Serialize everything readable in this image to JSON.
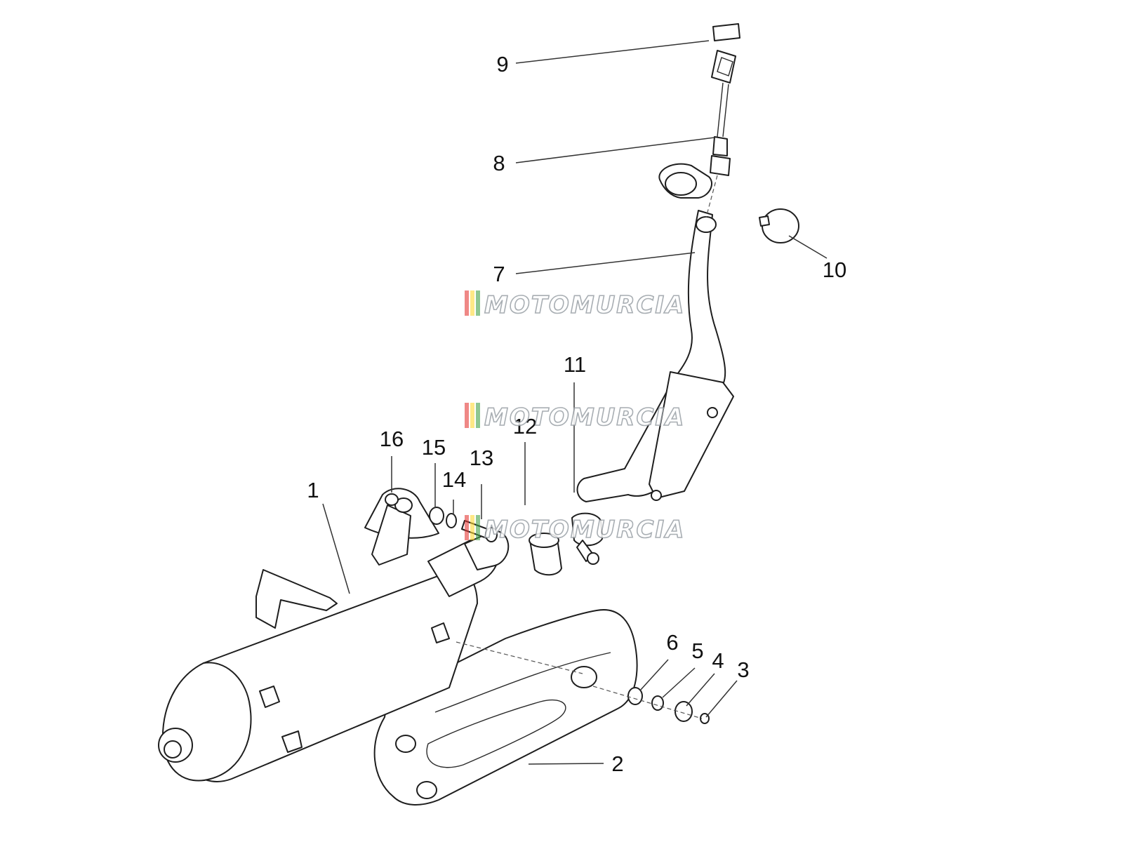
{
  "callouts": [
    {
      "id": "1",
      "label": "1"
    },
    {
      "id": "2",
      "label": "2"
    },
    {
      "id": "3",
      "label": "3"
    },
    {
      "id": "4",
      "label": "4"
    },
    {
      "id": "5",
      "label": "5"
    },
    {
      "id": "6",
      "label": "6"
    },
    {
      "id": "7",
      "label": "7"
    },
    {
      "id": "8",
      "label": "8"
    },
    {
      "id": "9",
      "label": "9"
    },
    {
      "id": "10",
      "label": "10"
    },
    {
      "id": "11",
      "label": "11"
    },
    {
      "id": "12",
      "label": "12"
    },
    {
      "id": "13",
      "label": "13"
    },
    {
      "id": "14",
      "label": "14"
    },
    {
      "id": "15",
      "label": "15"
    },
    {
      "id": "16",
      "label": "16"
    }
  ],
  "watermark": {
    "text": "MOTOMURCIA",
    "stripe_colors": [
      "#e53935",
      "#fdd835",
      "#43a047"
    ]
  }
}
